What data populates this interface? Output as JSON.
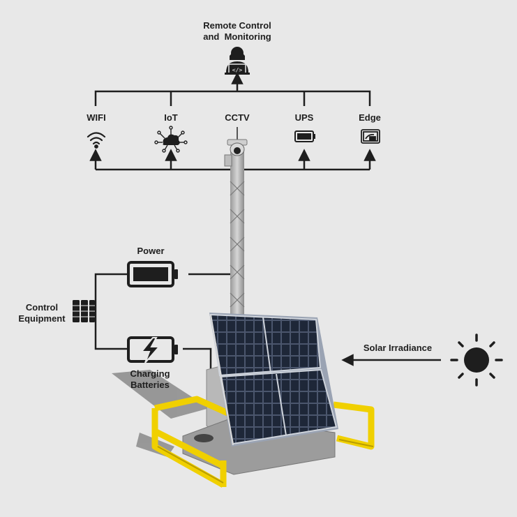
{
  "hub": {
    "label_line1": "Remote Control",
    "label_line2": "and  Monitoring",
    "icon": "remote-operator-icon"
  },
  "services": [
    {
      "label": "WIFI",
      "icon": "wifi-icon"
    },
    {
      "label": "IoT",
      "icon": "iot-cloud-icon"
    },
    {
      "label": "CCTV",
      "icon": "cctv-camera-icon"
    },
    {
      "label": "UPS",
      "icon": "battery-icon"
    },
    {
      "label": "Edge",
      "icon": "edge-device-icon"
    }
  ],
  "power": {
    "label": "Power",
    "icon": "battery-full-icon"
  },
  "control": {
    "label_line1": "Control",
    "label_line2": "Equipment",
    "icon": "server-rack-icon"
  },
  "charging": {
    "label_line1": "Charging",
    "label_line2": "Batteries",
    "icon": "charging-battery-icon"
  },
  "solar": {
    "label": "Solar Irradiance",
    "icon": "sun-icon"
  },
  "colors": {
    "line": "#1e1e1e",
    "frame": "#f0d000",
    "panel": "#1c2433",
    "background": "#e8e8e8"
  }
}
